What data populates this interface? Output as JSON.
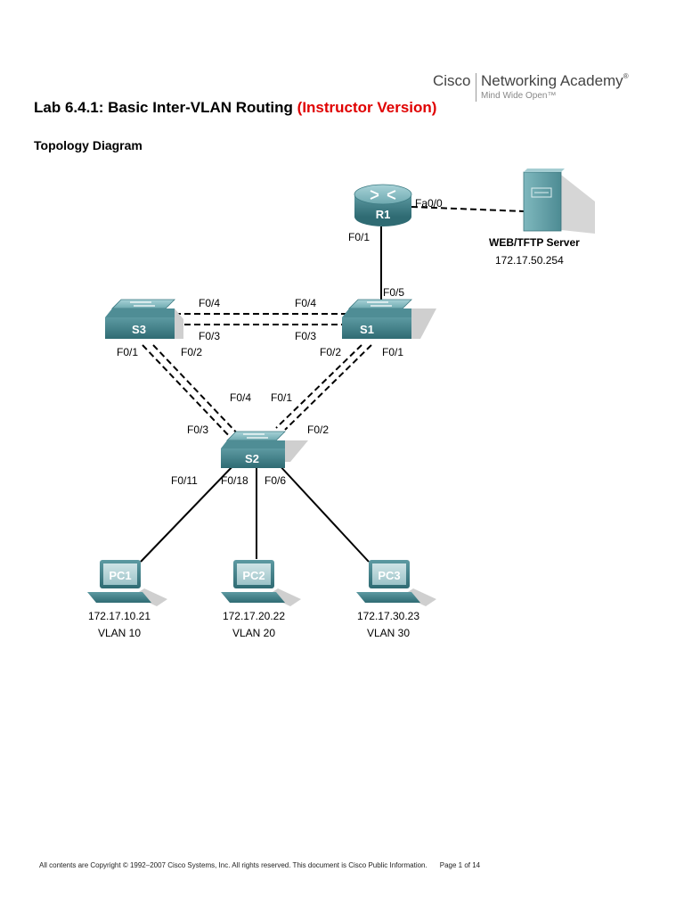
{
  "logo": {
    "brand": "Cisco",
    "name": "Networking Academy",
    "reg": "®",
    "tagline": "Mind Wide Open™"
  },
  "title": {
    "main": "Lab 6.4.1: Basic Inter-VLAN Routing ",
    "version": "(Instructor Version)"
  },
  "section_title": "Topology Diagram",
  "devices": {
    "r1": "R1",
    "s1": "S1",
    "s2": "S2",
    "s3": "S3",
    "pc1": "PC1",
    "pc2": "PC2",
    "pc3": "PC3"
  },
  "server": {
    "label": "WEB/TFTP Server",
    "ip": "172.17.50.254"
  },
  "ports": {
    "r1_fa00": "Fa0/0",
    "r1_f01": "F0/1",
    "s1_f05": "F0/5",
    "s3_f04": "F0/4",
    "s1_f04": "F0/4",
    "s3_f03": "F0/3",
    "s1_f03": "F0/3",
    "s3_f01": "F0/1",
    "s3_f02": "F0/2",
    "s1_f02": "F0/2",
    "s1_f01": "F0/1",
    "s2_f04": "F0/4",
    "s2_f01": "F0/1",
    "s2_f03": "F0/3",
    "s2_f02": "F0/2",
    "s2_f011": "F0/11",
    "s2_f018": "F0/18",
    "s2_f06": "F0/6"
  },
  "hosts": [
    {
      "ip": "172.17.10.21",
      "vlan": "VLAN 10"
    },
    {
      "ip": "172.17.20.22",
      "vlan": "VLAN 20"
    },
    {
      "ip": "172.17.30.23",
      "vlan": "VLAN 30"
    }
  ],
  "footer": {
    "copyright": "All contents are Copyright © 1992–2007 Cisco Systems, Inc. All rights reserved. This document is Cisco Public Information.",
    "page": "Page 1 of 14"
  }
}
